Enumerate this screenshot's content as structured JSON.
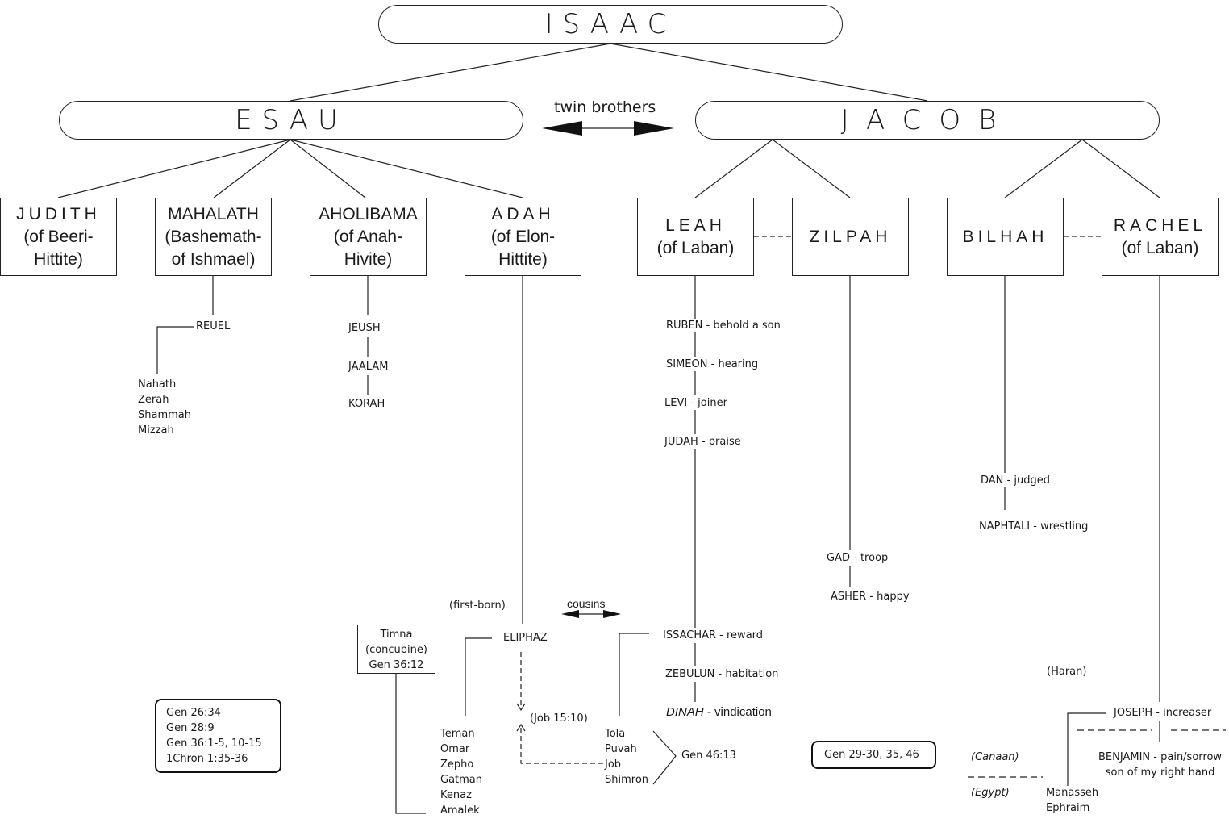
{
  "root": {
    "name": "ISAAC"
  },
  "sons": {
    "esau": {
      "name": "ESAU"
    },
    "jacob": {
      "name": "JACOB"
    },
    "relation": "twin brothers"
  },
  "esau_wives": [
    {
      "name": "JUDITH",
      "line2": "(of Beeri-",
      "line3": "Hittite)"
    },
    {
      "name": "MAHALATH",
      "line2": "(Bashemath-",
      "line3": "of Ishmael)"
    },
    {
      "name": "AHOLIBAMA",
      "line2": "(of Anah-",
      "line3": "Hivite)"
    },
    {
      "name": "ADAH",
      "line2": "(of Elon-",
      "line3": "Hittite)"
    }
  ],
  "jacob_wives": [
    {
      "name": "LEAH",
      "line2": "(of Laban)"
    },
    {
      "name": "ZILPAH"
    },
    {
      "name": "BILHAH"
    },
    {
      "name": "RACHEL",
      "line2": "(of Laban)"
    }
  ],
  "mahalath_line": {
    "son": "REUEL",
    "grandsons": [
      "Nahath",
      "Zerah",
      "Shammah",
      "Mizzah"
    ]
  },
  "aholibama_line": [
    "JEUSH",
    "JAALAM",
    "KORAH"
  ],
  "adah_line": {
    "note": "(first-born)",
    "son": "ELIPHAZ",
    "grandsons": [
      "Teman",
      "Omar",
      "Zepho",
      "Gatman",
      "Kenaz",
      "Amalek"
    ],
    "concubine": {
      "name": "Timna",
      "role": "(concubine)",
      "ref": "Gen 36:12"
    },
    "job_ref": "(Job 15:10)"
  },
  "cousins_label": "cousins",
  "leah_sons": [
    {
      "name": "RUBEN",
      "meaning": "behold a son"
    },
    {
      "name": "SIMEON",
      "meaning": "hearing"
    },
    {
      "name": "LEVI",
      "meaning": "joiner"
    },
    {
      "name": "JUDAH",
      "meaning": "praise"
    },
    {
      "name": "ISSACHAR",
      "meaning": "reward"
    },
    {
      "name": "ZEBULUN",
      "meaning": "habitation"
    },
    {
      "name": "DINAH",
      "meaning": "vindication"
    }
  ],
  "issachar_sons": {
    "names": [
      "Tola",
      "Puvah",
      "Job",
      "Shimron"
    ],
    "ref": "Gen 46:13"
  },
  "zilpah_sons": [
    {
      "name": "GAD",
      "meaning": "troop"
    },
    {
      "name": "ASHER",
      "meaning": "happy"
    }
  ],
  "bilhah_sons": [
    {
      "name": "DAN",
      "meaning": "judged"
    },
    {
      "name": "NAPHTALI",
      "meaning": "wrestling"
    }
  ],
  "rachel_sons": {
    "joseph": {
      "name": "JOSEPH",
      "meaning": "increaser"
    },
    "benjamin": {
      "name": "BENJAMIN",
      "meaning": "pain/sorrow",
      "meaning2": "son of my right hand"
    },
    "joseph_sons": [
      "Manasseh",
      "Ephraim"
    ]
  },
  "places": {
    "haran": "(Haran)",
    "canaan": "(Canaan)",
    "egypt": "(Egypt)"
  },
  "references": {
    "esau": [
      "Gen 26:34",
      "Gen 28:9",
      "Gen 36:1-5, 10-15",
      "1Chron 1:35-36"
    ],
    "jacob": "Gen 29-30, 35, 46"
  }
}
